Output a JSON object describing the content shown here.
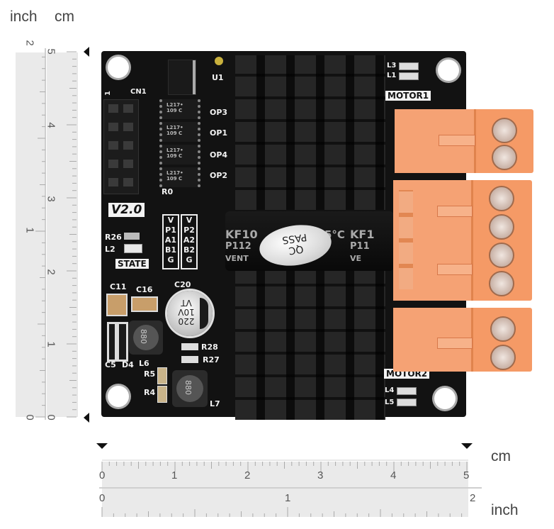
{
  "units": {
    "inch": "inch",
    "cm": "cm"
  },
  "vertical_ruler": {
    "cm_numbers": [
      "5",
      "4",
      "3",
      "2",
      "1",
      "0"
    ],
    "inch_numbers": [
      "2",
      "1",
      "0"
    ]
  },
  "horizontal_ruler": {
    "cm_numbers": [
      "0",
      "1",
      "2",
      "3",
      "4",
      "5"
    ],
    "inch_numbers": [
      "0",
      "1",
      "2"
    ]
  },
  "board": {
    "color": "#111111",
    "version": "V2.0",
    "labels": {
      "cn1": "CN1",
      "pin1": "1",
      "u1": "U1",
      "op3": "OP3",
      "op1": "OP1",
      "op4": "OP4",
      "op2": "OP2",
      "r0": "R0",
      "r26": "R26",
      "l2": "L2",
      "state": "STATE",
      "c11": "C11",
      "c16": "C16",
      "c20": "C20",
      "c5": "C5",
      "d4": "D4",
      "l6": "L6",
      "r5": "R5",
      "r4": "R4",
      "r28": "R28",
      "r27": "R27",
      "l7": "L7",
      "l3": "L3",
      "l1": "L1",
      "l4": "L4",
      "l5": "L5",
      "motor1": "MOTOR1",
      "motor2": "MOTOR2",
      "vp1": [
        "V",
        "P1",
        "A1",
        "B1",
        "G"
      ],
      "vp2": [
        "V",
        "P2",
        "A2",
        "B2",
        "G"
      ],
      "cap_lines": [
        "220",
        "10V",
        "VT"
      ],
      "opto_text": [
        "L217•",
        "109 C"
      ],
      "inductor_text": "880",
      "fan_text": [
        "KF10",
        "P112",
        "VENT"
      ],
      "fan_text_right": [
        "KF1",
        "P11",
        "VE"
      ],
      "fan_temp": "5°C",
      "sticker": [
        "QC",
        "PASS"
      ]
    }
  }
}
